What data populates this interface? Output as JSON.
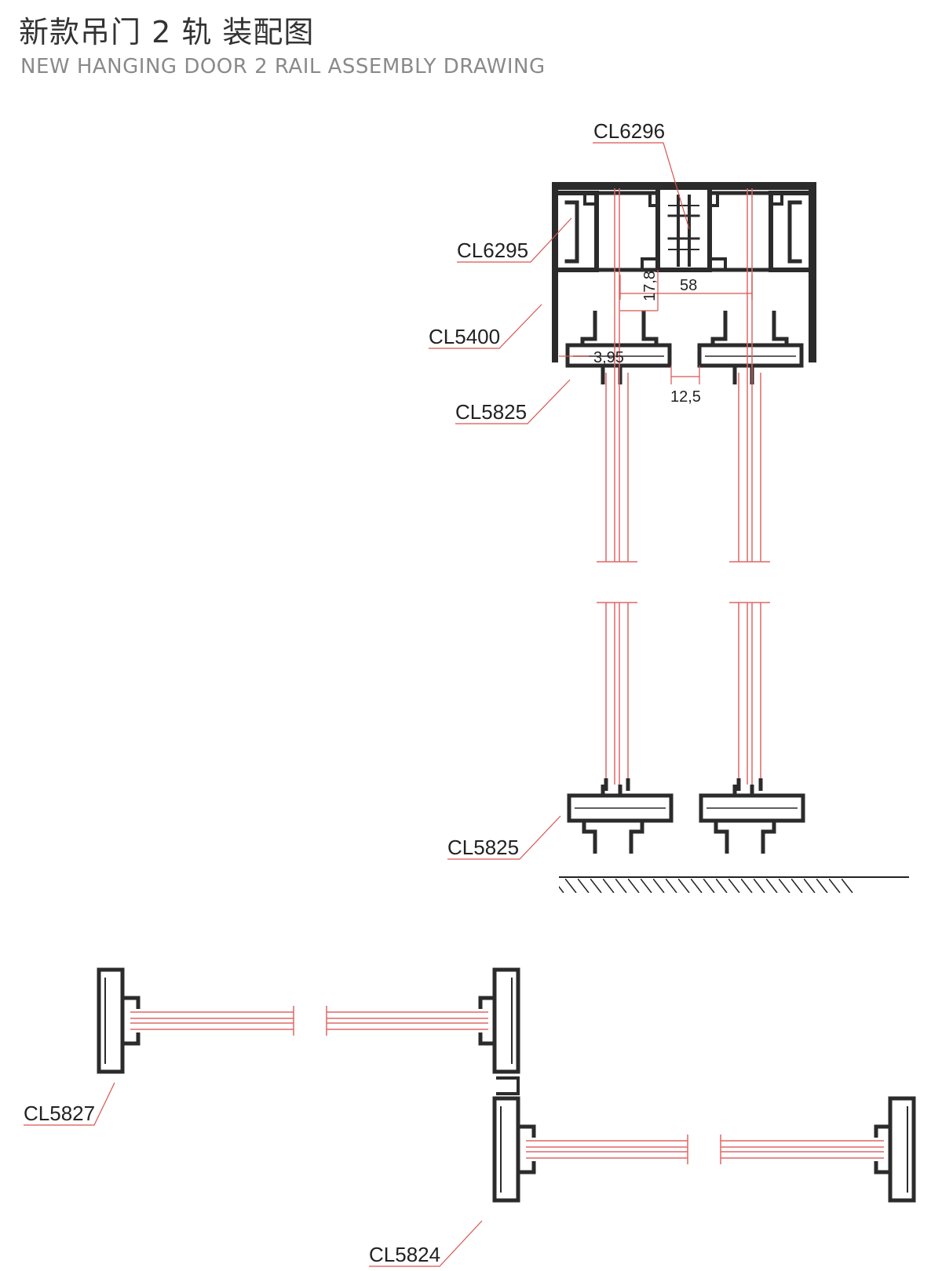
{
  "title": {
    "cn": "新款吊门 2 轨 装配图",
    "en": "NEW HANGING DOOR 2 RAIL ASSEMBLY DRAWING"
  },
  "parts": {
    "cl6296": "CL6296",
    "cl6295": "CL6295",
    "cl5400": "CL5400",
    "cl5825_top": "CL5825",
    "cl5825_bottom": "CL5825",
    "cl5827": "CL5827",
    "cl5824": "CL5824"
  },
  "dimensions": {
    "d17_8": "17,8",
    "d58": "58",
    "d3_95": "3,95",
    "d12_5": "12,5"
  },
  "colors": {
    "profile": "#2b2b2b",
    "leader": "#d9534f",
    "glass": "#e06666"
  }
}
